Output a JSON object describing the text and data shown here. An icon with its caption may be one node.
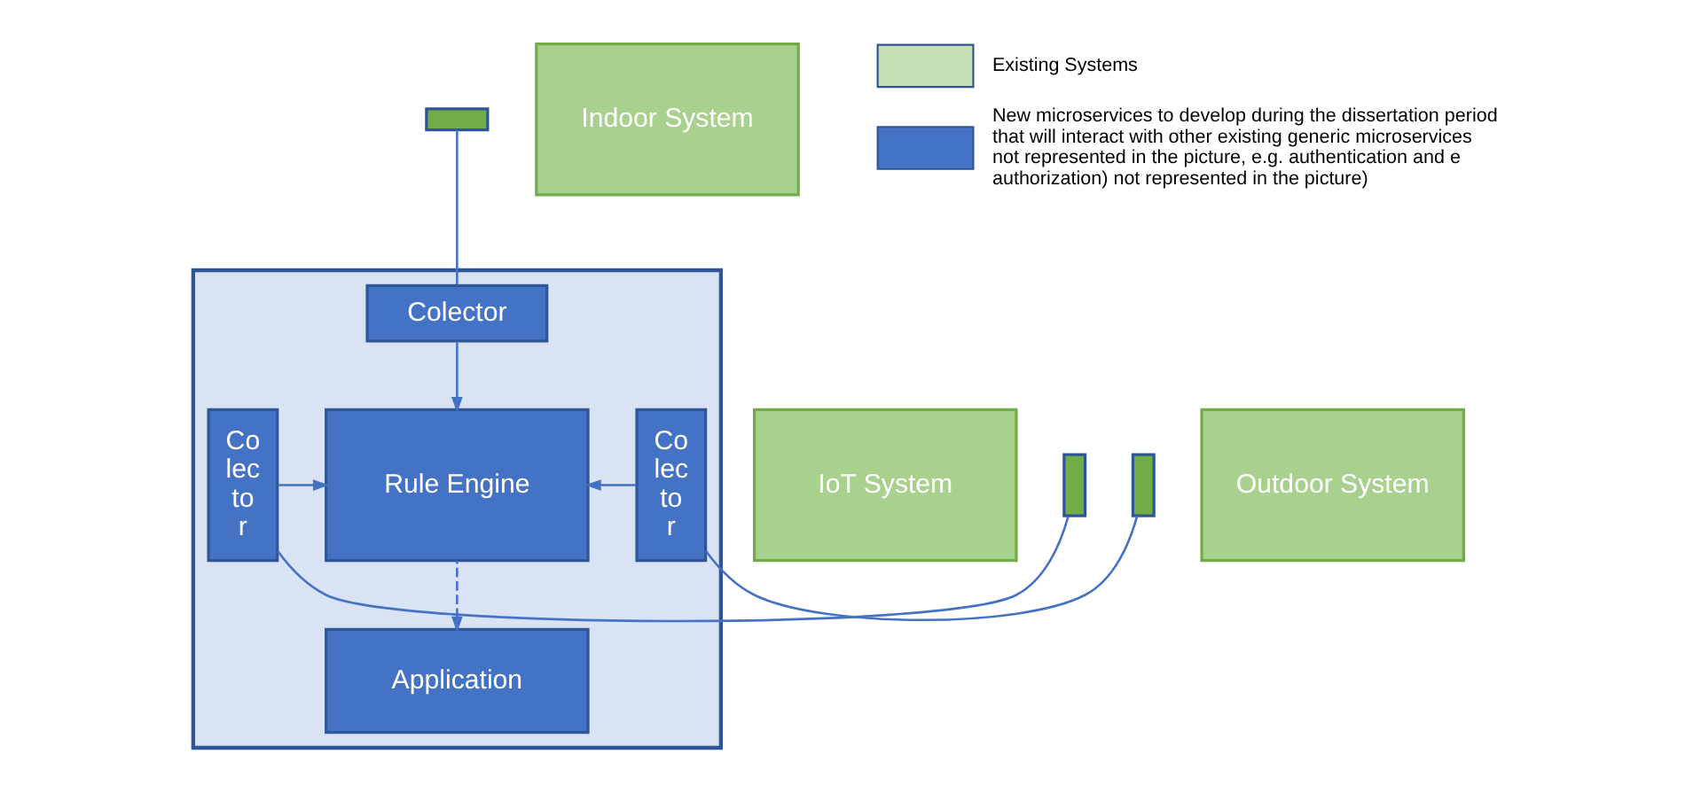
{
  "diagram": {
    "nodes": [
      {
        "text": [],
        "shape": "box"
      },
      {
        "text": [
          "Application"
        ],
        "in": 0
      },
      {
        "text": [
          "Co lec to r"
        ],
        "in": 0
      },
      {
        "text": [
          "Rule Engine"
        ],
        "in": 0
      },
      {
        "text": [
          "Co lec to r"
        ],
        "in": 0
      },
      {
        "text": [
          "Colector"
        ],
        "in": 0
      },
      {
        "text": [
          "IoT System"
        ]
      },
      {
        "text": [],
        "shape": "box"
      },
      {
        "text": [
          "Outdoor System"
        ]
      },
      {
        "text": [],
        "shape": "box"
      },
      {
        "text": [
          "Indoor System"
        ]
      },
      {
        "text": [],
        "shape": "box"
      }
    ],
    "edges": [
      {
        "from": 7,
        "to": 2,
        "arrow": "none"
      },
      {
        "from": 2,
        "to": 3,
        "arrow": "to"
      },
      {
        "from": 9,
        "to": 4,
        "arrow": "none"
      },
      {
        "from": 4,
        "to": 3,
        "arrow": "to"
      },
      {
        "from": 11,
        "to": 5,
        "arrow": "none"
      },
      {
        "from": 5,
        "to": 3,
        "arrow": "to"
      },
      {
        "from": 3,
        "to": 1,
        "arrow": "to",
        "style": "dashed"
      }
    ],
    "legend": [
      {
        "text": "Existing Systems",
        "color": "#c5e0b4"
      },
      {
        "text": "New microservices to develop during the dissertation period that will interact with other existing generic microservices not represented in the picture, e.g. authentication and e authorization) not represented in the picture)",
        "color": "#4472c4"
      }
    ]
  }
}
